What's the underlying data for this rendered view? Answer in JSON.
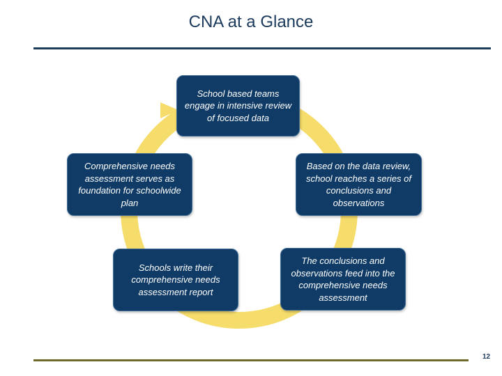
{
  "slide": {
    "title": "CNA at a Glance",
    "page_number": "12"
  },
  "cycle": {
    "ring_color": "#f6dc6a",
    "box_color": "#0f3b66",
    "steps": [
      "School based teams engage in intensive review of focused data",
      "Based on the data review, school reaches a series of conclusions and observations",
      "The conclusions and observations feed into the comprehensive needs assessment",
      "Schools write their comprehensive needs assessment report",
      "Comprehensive needs assessment serves as foundation for schoolwide plan"
    ]
  }
}
